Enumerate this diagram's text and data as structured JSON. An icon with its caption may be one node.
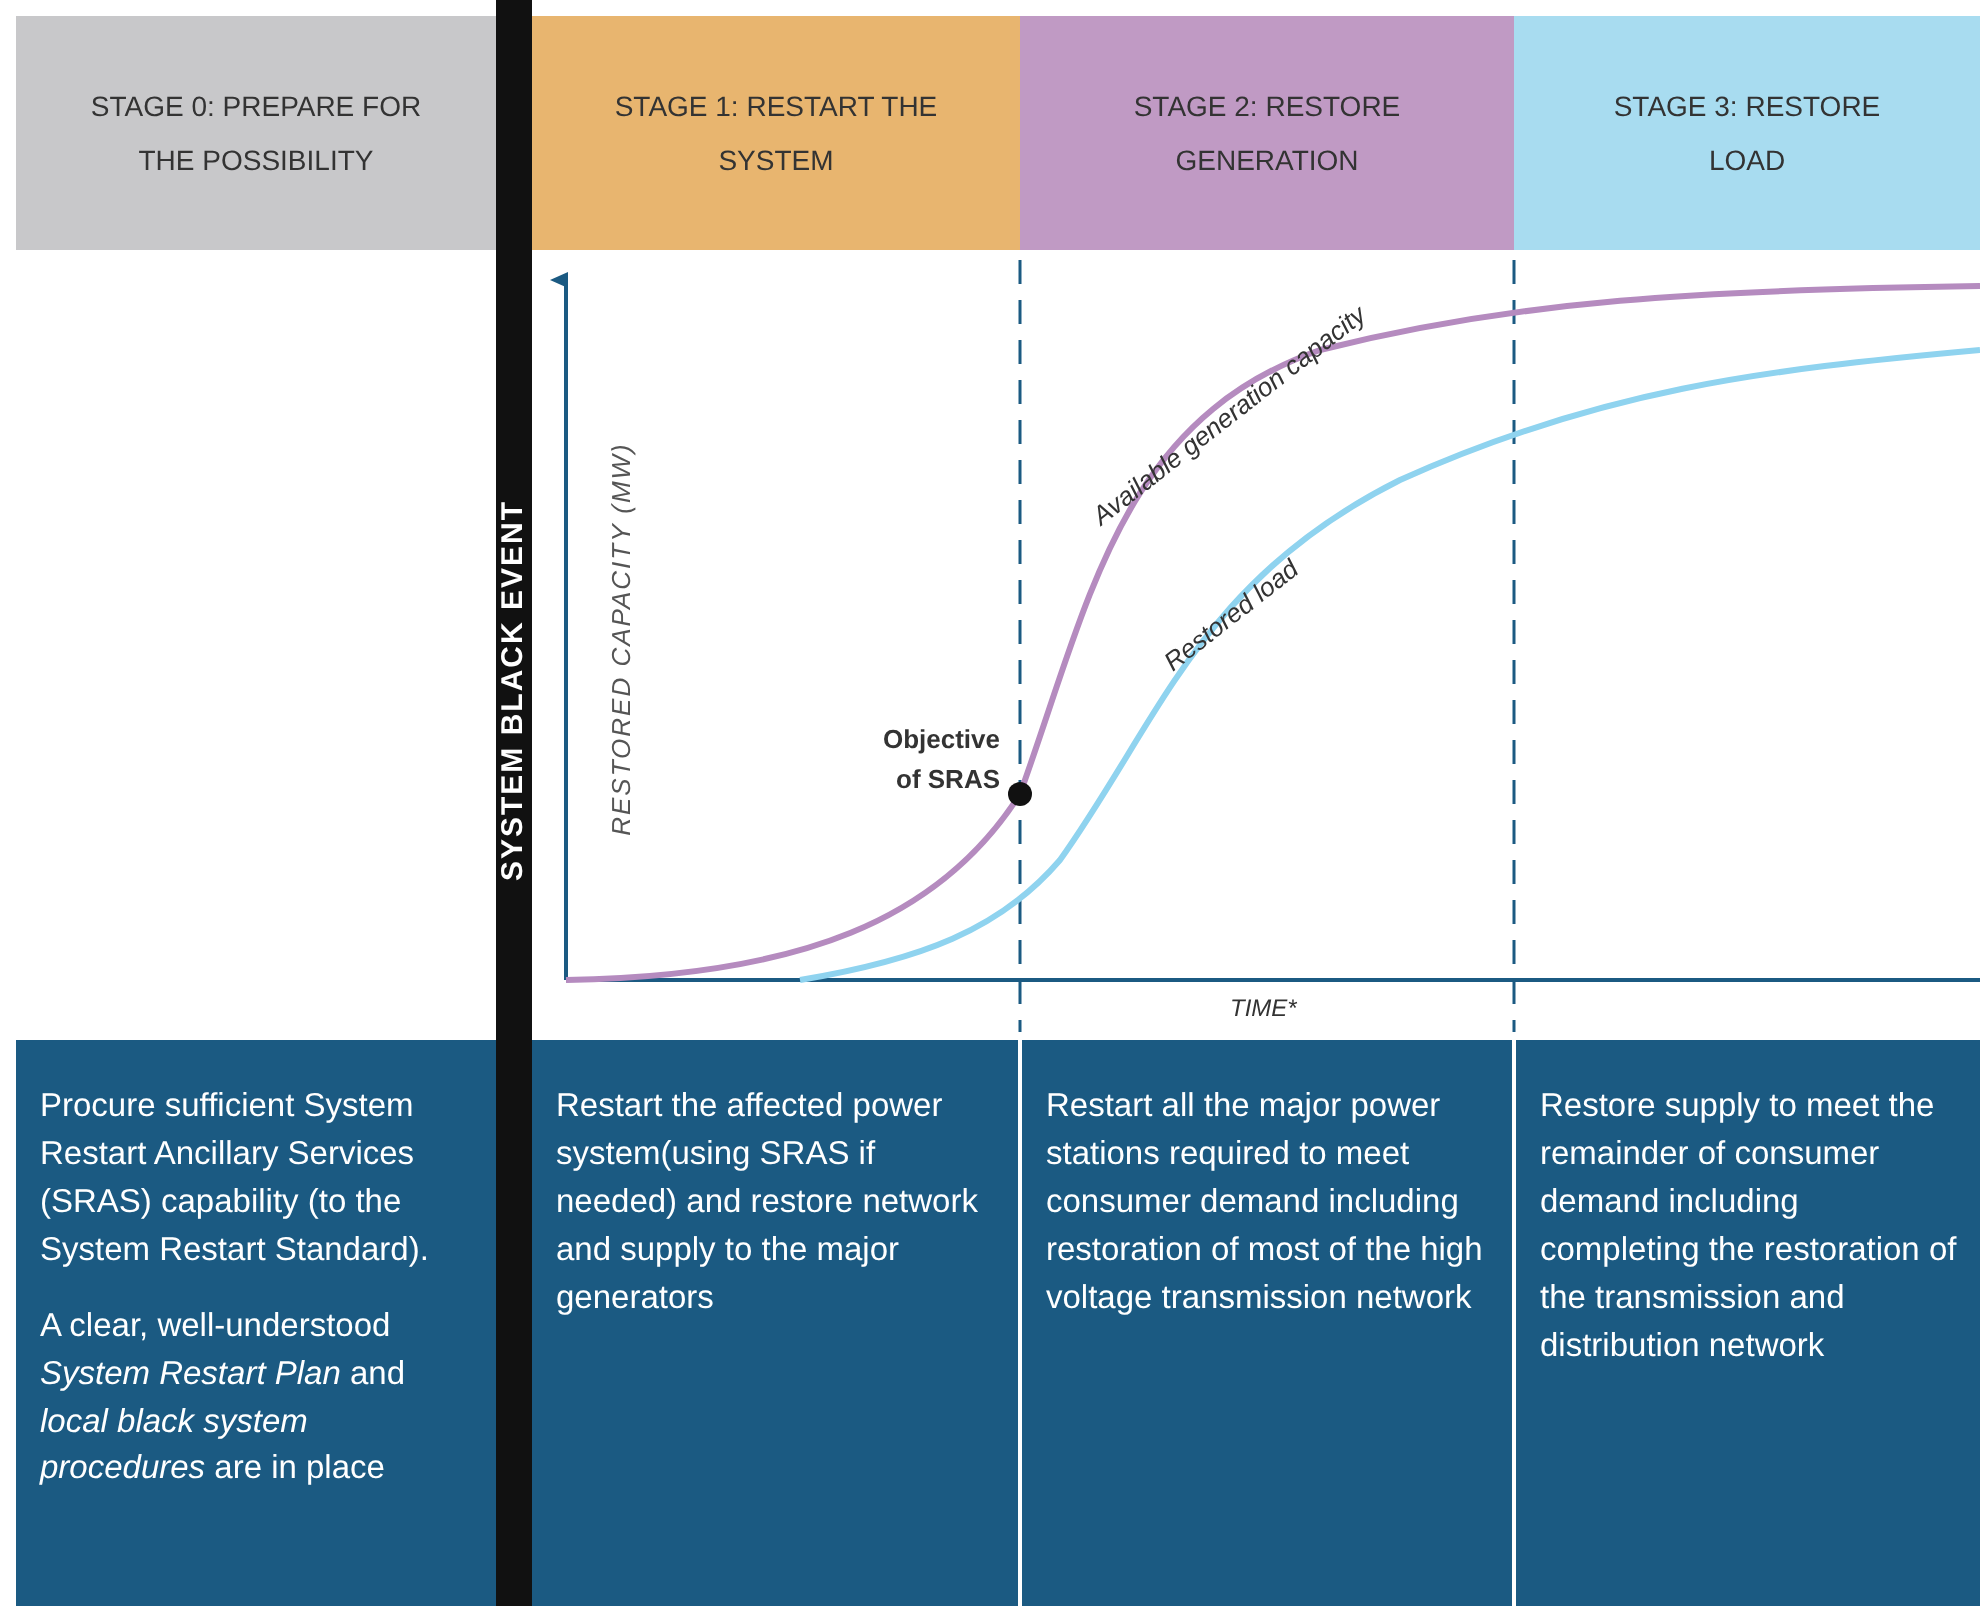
{
  "diagram": {
    "nodes": [
      {
        "text": [
          "STAGE 0: PREPARE FOR THE POSSIBILITY"
        ]
      },
      {
        "text": [
          "SYSTEM BLACK EVENT"
        ]
      },
      {
        "text": [
          "STAGE 1: RESTART THE SYSTEM"
        ]
      },
      {
        "text": [
          "STAGE 2: RESTORE GENERATION"
        ]
      },
      {
        "text": [
          "STAGE 3: RESTORE LOAD"
        ]
      },
      {
        "text": [
          "Procure sufficient System Restart Ancillary Services (SRAS) capability (to the System Restart Standard).",
          "A clear, well-understood *System Restart Plan* and *local black system procedures* are in place"
        ]
      },
      {
        "text": [
          "Restart the affected power system(using SRAS if needed) and restore network and supply to the major generators"
        ]
      },
      {
        "text": [
          "Restart all the major power stations required to meet consumer demand including restoration of most of the high voltage transmission network"
        ]
      },
      {
        "text": [
          "Restore supply to meet the remainder of consumer demand including completing the restoration of the transmission and  distribution network"
        ]
      }
    ],
    "edges": [],
    "labels": [
      "RESTORED CAPACITY (MW)",
      "Available generation capacity",
      "Restored load",
      "Objective of SRAS",
      "TIME*"
    ]
  }
}
